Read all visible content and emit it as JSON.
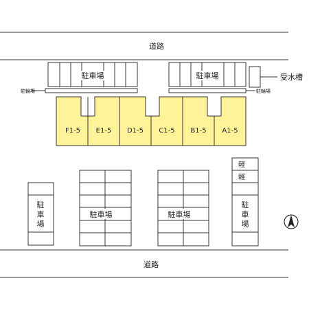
{
  "colors": {
    "line": "#333333",
    "unit_fill": "#fff39a",
    "background": "#ffffff"
  },
  "road_top": {
    "label": "道路"
  },
  "road_bottom": {
    "label": "道路"
  },
  "parking_top_left": {
    "label": "駐車場"
  },
  "parking_top_right": {
    "label": "駐車場"
  },
  "bicycle_left": {
    "label": "駐輪場"
  },
  "bicycle_right": {
    "label": "駐輪場"
  },
  "water_tank": {
    "label": "受水槽"
  },
  "units": [
    "F1-5",
    "E1-5",
    "D1-5",
    "C1-5",
    "B1-5",
    "A1-5"
  ],
  "parking_left_narrow": {
    "label": [
      "駐",
      "車",
      "場"
    ]
  },
  "parking_mid_left": {
    "label": "駐車場"
  },
  "parking_mid_right": {
    "label": "駐車場"
  },
  "parking_right_narrow": {
    "label": [
      "駐",
      "車",
      "場"
    ],
    "light_label_1": "軽",
    "light_label_2": "軽"
  },
  "compass": {
    "icon": "north-arrow-icon"
  }
}
